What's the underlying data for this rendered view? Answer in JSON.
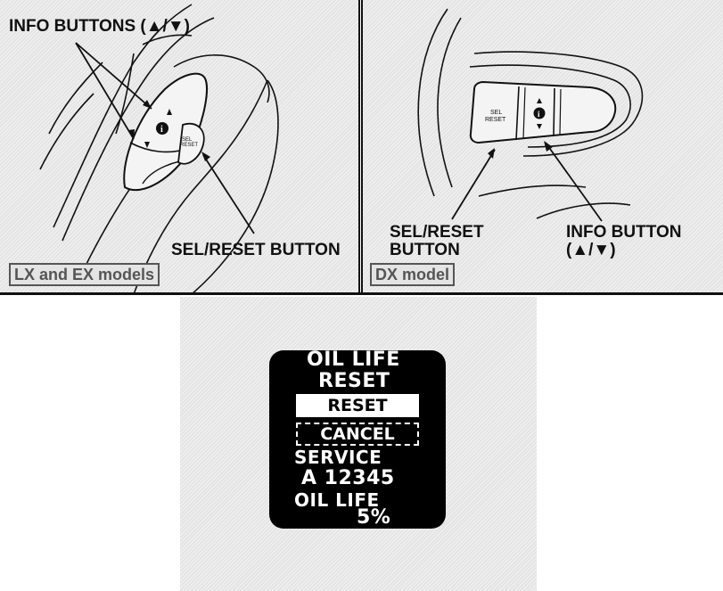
{
  "panels": {
    "left": {
      "callout_info": "INFO BUTTONS (▲/▼)",
      "callout_sel": "SEL/RESET BUTTON",
      "model_tag": "LX and EX models",
      "switch_label": "SEL\nRESET"
    },
    "right": {
      "callout_sel_line1": "SEL/RESET",
      "callout_sel_line2": "BUTTON",
      "callout_info_line1": "INFO BUTTON",
      "callout_info_line2": "(▲/▼)",
      "model_tag": "DX model",
      "switch_label_1": "SEL",
      "switch_label_2": "RESET"
    }
  },
  "display": {
    "title_line1": "OIL LIFE",
    "title_line2": "RESET",
    "option_selected": "RESET",
    "option_other": "CANCEL",
    "service_label": "SERVICE",
    "service_code": "A 12345",
    "oil_life_label": "OIL LIFE",
    "oil_life_value": "5%"
  },
  "icons": {
    "info": "info-icon",
    "up": "up-arrow-icon",
    "down": "down-arrow-icon"
  }
}
